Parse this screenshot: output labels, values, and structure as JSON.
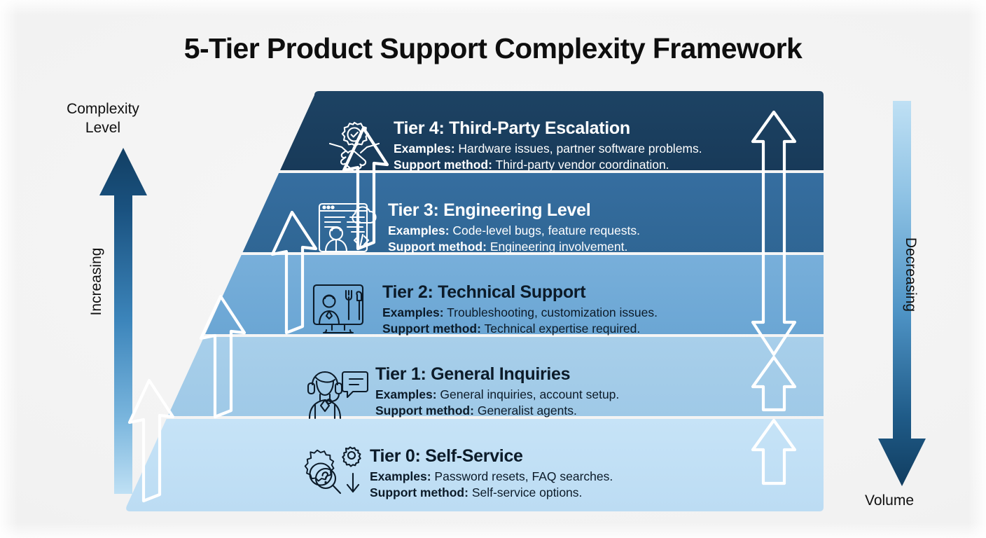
{
  "title": "5-Tier Product Support Complexity Framework",
  "left_axis": {
    "title_line1": "Complexity",
    "title_line2": "Level",
    "caption": "Increasing",
    "arrow": "up-arrow",
    "color_top": "#14496f",
    "color_bottom": "#bfe0f4"
  },
  "right_axis": {
    "title": "Volume",
    "caption": "Decreasing",
    "arrow": "down-arrow",
    "color_top": "#bfe0f4",
    "color_bottom": "#14496f"
  },
  "pyramid": {
    "flow_arrows_left": "four-white-diagonal-up-arrows",
    "flow_arrow_right": "white-double-headed-vertical-arrow",
    "tiers": [
      {
        "id": "tier-4",
        "heading": "Tier 4: Third-Party Escalation",
        "examples_label": "Examples:",
        "examples": "Hardware issues, partner software problems.",
        "method_label": "Support method:",
        "method": "Third-party vendor coordination.",
        "icon": "handshake-gear-check-icon",
        "fill": "#1b3e5f",
        "text_style": "light"
      },
      {
        "id": "tier-3",
        "heading": "Tier 3: Engineering Level",
        "examples_label": "Examples:",
        "examples": "Code-level bugs, feature requests.",
        "method_label": "Support method:",
        "method": "Engineering involvement.",
        "icon": "developer-code-cloud-icon",
        "fill": "#336b9b",
        "text_style": "light"
      },
      {
        "id": "tier-2",
        "heading": "Tier 2: Technical Support",
        "examples_label": "Examples:",
        "examples": "Troubleshooting, customization issues.",
        "method_label": "Support method:",
        "method": "Technical expertise required.",
        "icon": "technician-monitor-tools-icon",
        "fill": "#71aad9",
        "text_style": "dark"
      },
      {
        "id": "tier-1",
        "heading": "Tier 1: General Inquiries",
        "examples_label": "Examples:",
        "examples": "General inquiries, account setup.",
        "method_label": "Support method:",
        "method": "Generalist agents.",
        "icon": "headset-agent-chat-icon",
        "fill": "#a4cde9",
        "text_style": "dark"
      },
      {
        "id": "tier-0",
        "heading": "Tier 0: Self-Service",
        "examples_label": "Examples:",
        "examples": "Password resets, FAQ searches.",
        "method_label": "Support method:",
        "method": "Self-service options.",
        "icon": "gear-magnifier-question-icon",
        "fill": "#c3e1f6",
        "text_style": "dark"
      }
    ]
  }
}
